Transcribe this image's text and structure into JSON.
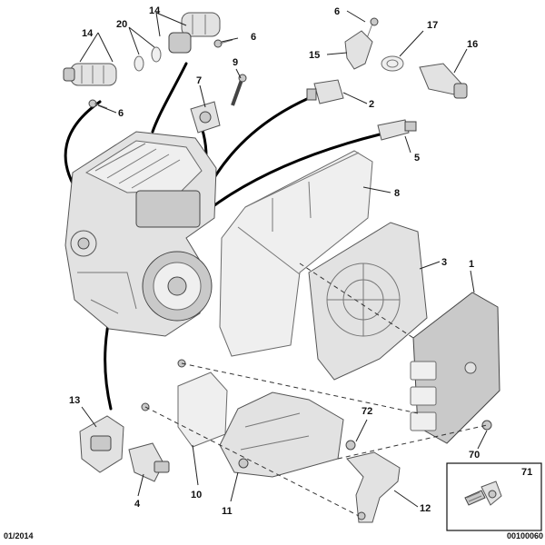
{
  "callouts": {
    "c1": "1",
    "c2": "2",
    "c3": "3",
    "c4": "4",
    "c5": "5",
    "c6a": "6",
    "c6b": "6",
    "c6c": "6",
    "c7": "7",
    "c8": "8",
    "c9": "9",
    "c10": "10",
    "c11": "11",
    "c12": "12",
    "c13": "13",
    "c14a": "14",
    "c14b": "14",
    "c15": "15",
    "c16": "16",
    "c17": "17",
    "c20": "20",
    "c70": "70",
    "c71": "71",
    "c72": "72"
  },
  "footer": {
    "date": "01/2014",
    "reference": "00100060"
  }
}
